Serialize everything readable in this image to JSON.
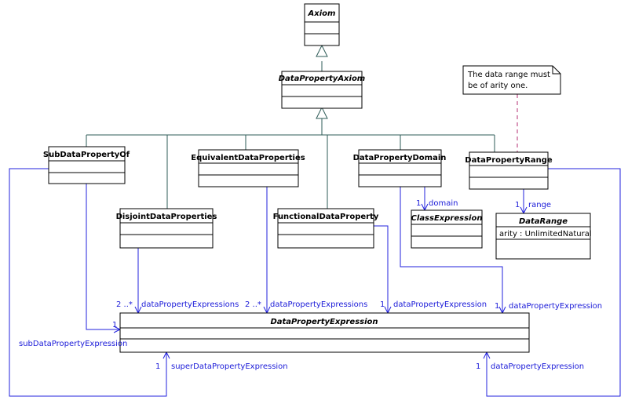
{
  "classes": {
    "axiom": {
      "name": "Axiom"
    },
    "data_property_axiom": {
      "name": "DataPropertyAxiom"
    },
    "sub_data_property_of": {
      "name": "SubDataPropertyOf"
    },
    "equivalent_data_properties": {
      "name": "EquivalentDataProperties"
    },
    "data_property_domain": {
      "name": "DataPropertyDomain"
    },
    "data_property_range": {
      "name": "DataPropertyRange"
    },
    "disjoint_data_properties": {
      "name": "DisjointDataProperties"
    },
    "functional_data_property": {
      "name": "FunctionalDataProperty"
    },
    "class_expression": {
      "name": "ClassExpression"
    },
    "data_range": {
      "name": "DataRange",
      "attribute": "arity : UnlimitedNatural"
    },
    "data_property_expression": {
      "name": "DataPropertyExpression"
    }
  },
  "note": {
    "line1": "The data range must",
    "line2": "be of arity one."
  },
  "associations": {
    "domain": {
      "mult": "1",
      "role": "domain"
    },
    "range": {
      "mult": "1",
      "role": "range"
    },
    "disjoint": {
      "mult": "2 ..*",
      "role": "dataPropertyExpressions"
    },
    "equivalent": {
      "mult": "2 ..*",
      "role": "dataPropertyExpressions"
    },
    "functional": {
      "mult": "1",
      "role": "dataPropertyExpression"
    },
    "domain_dpe": {
      "mult": "1",
      "role": "dataPropertyExpression"
    },
    "sub": {
      "mult": "1",
      "role": "subDataPropertyExpression"
    },
    "super": {
      "mult": "1",
      "role": "superDataPropertyExpression"
    },
    "range_dpe": {
      "mult": "1",
      "role": "dataPropertyExpression"
    }
  }
}
